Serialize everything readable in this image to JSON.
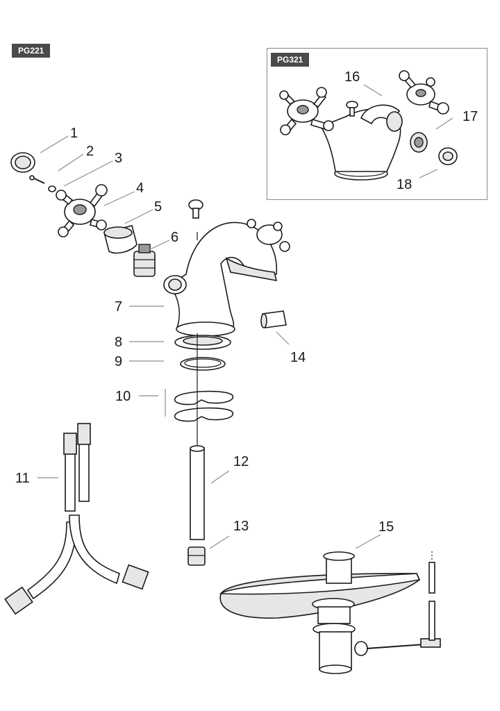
{
  "models": {
    "main": "PG221",
    "inset": "PG321"
  },
  "callouts": [
    {
      "id": "1",
      "label": "1"
    },
    {
      "id": "2",
      "label": "2"
    },
    {
      "id": "3",
      "label": "3"
    },
    {
      "id": "4",
      "label": "4"
    },
    {
      "id": "5",
      "label": "5"
    },
    {
      "id": "6",
      "label": "6"
    },
    {
      "id": "7",
      "label": "7"
    },
    {
      "id": "8",
      "label": "8"
    },
    {
      "id": "9",
      "label": "9"
    },
    {
      "id": "10",
      "label": "10"
    },
    {
      "id": "11",
      "label": "11"
    },
    {
      "id": "12",
      "label": "12"
    },
    {
      "id": "13",
      "label": "13"
    },
    {
      "id": "14",
      "label": "14"
    },
    {
      "id": "15",
      "label": "15"
    },
    {
      "id": "16",
      "label": "16"
    },
    {
      "id": "17",
      "label": "17"
    },
    {
      "id": "18",
      "label": "18"
    }
  ]
}
